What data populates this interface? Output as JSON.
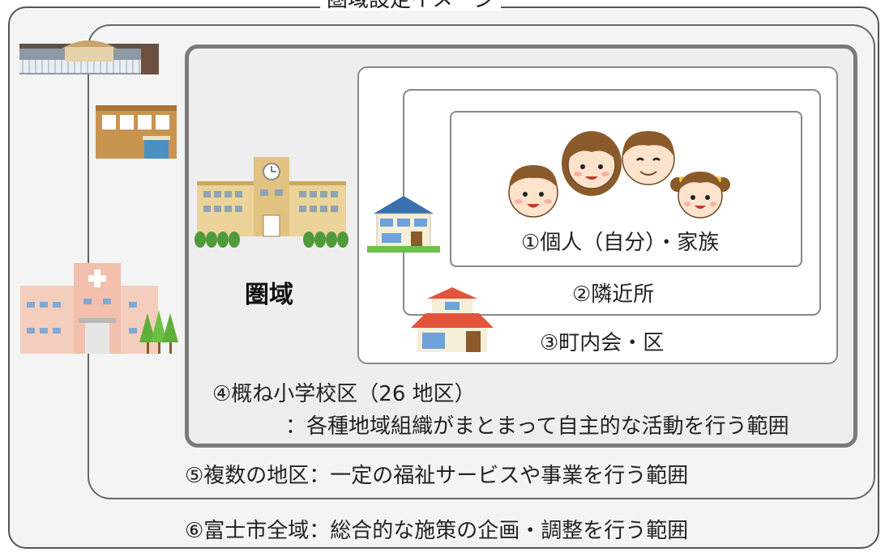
{
  "title": "圏域設定イメージ",
  "center_label": "圏域",
  "areas": [
    {
      "label": "①個人（自分）・家族"
    },
    {
      "label": "②隣近所"
    },
    {
      "label": "③町内会・区"
    },
    {
      "label": "④概ね小学校区（26 地区）",
      "description": "：各種地域組織がまとまって自主的な活動を行う範囲"
    },
    {
      "label": "⑤複数の地区：一定の福祉サービスや事業を行う範囲"
    },
    {
      "label": "⑥富士市全域：総合的な施策の企画・調整を行う範囲"
    }
  ],
  "illustrations": [
    "gymnasium-icon",
    "office-building-icon",
    "hospital-icon",
    "school-icon",
    "blue-roof-house-icon",
    "red-roof-house-icon",
    "family-icon"
  ],
  "colors": {
    "outer_border": "#555555",
    "area4_border": "#7a7a7a",
    "inner_border": "#888888",
    "area4_fill": "#eeeeee"
  }
}
